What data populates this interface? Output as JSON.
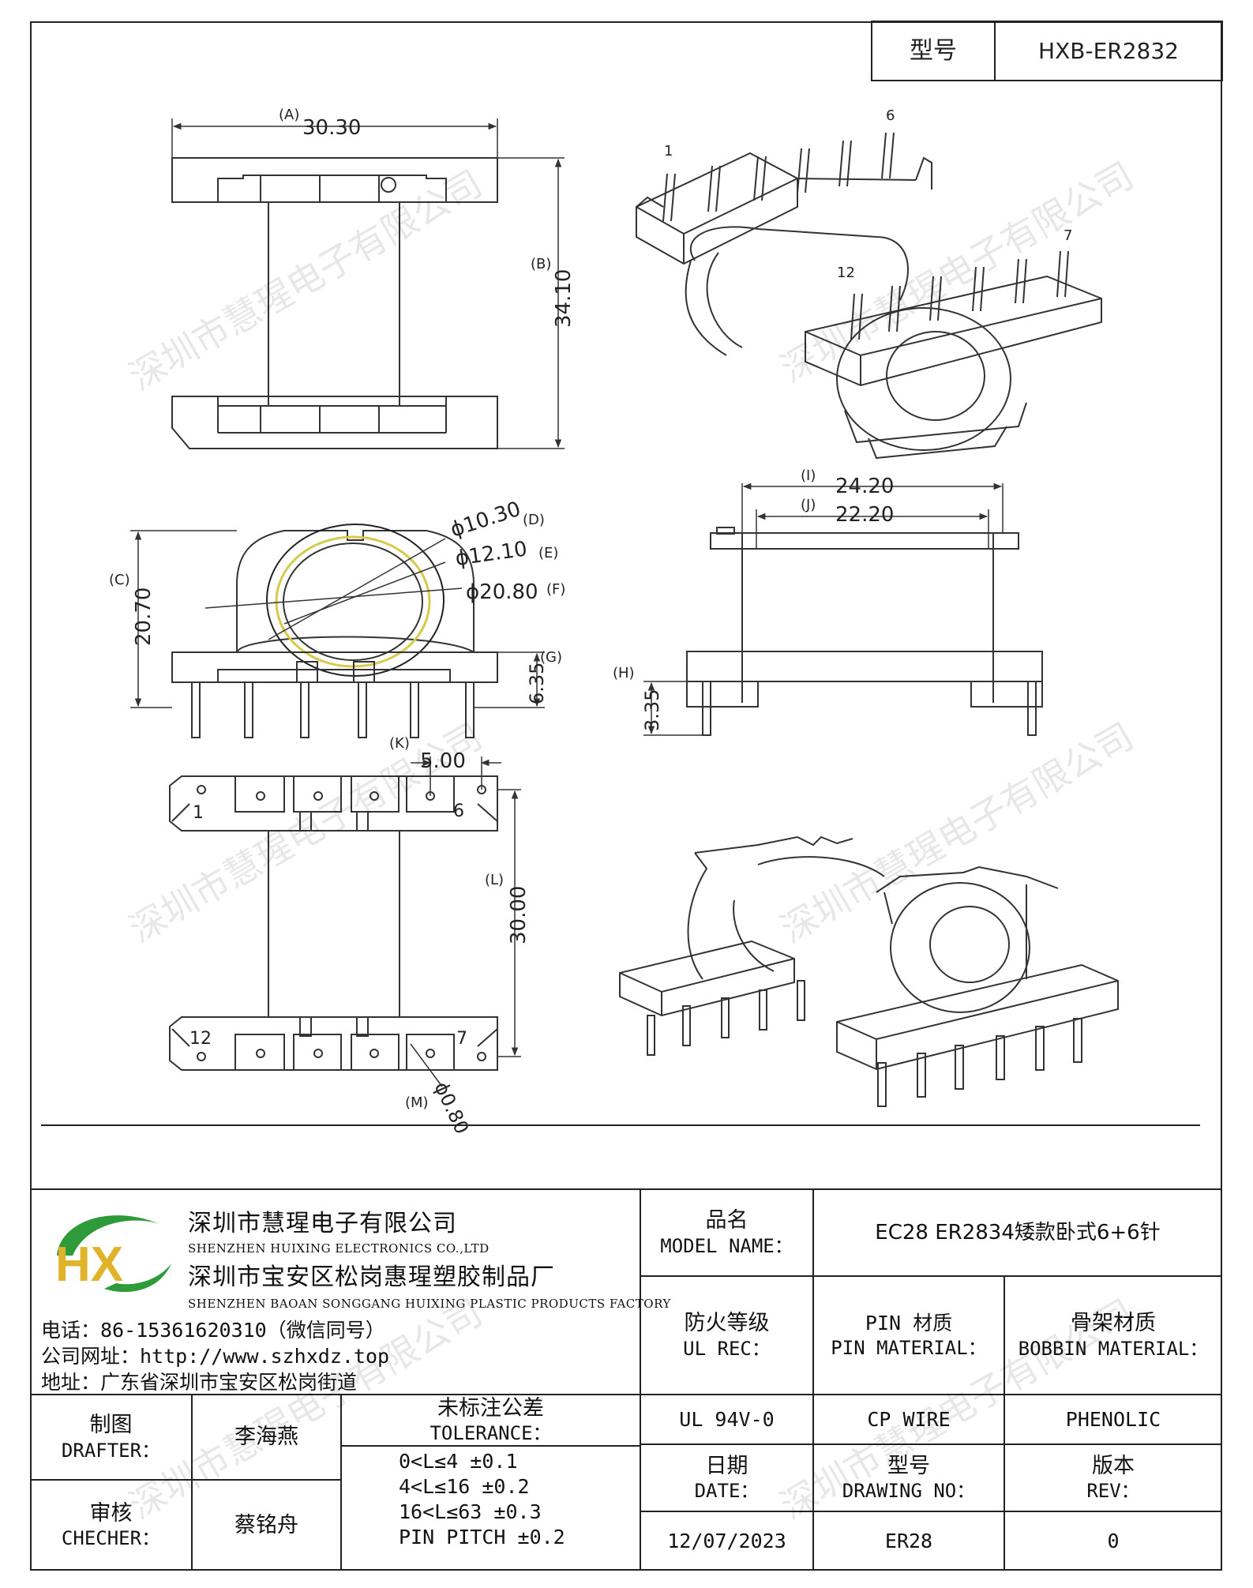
{
  "header": {
    "model_label": "型号",
    "model_value": "HXB-ER2832"
  },
  "dimensions": {
    "A": {
      "tag": "(A)",
      "value": "30.30"
    },
    "B": {
      "tag": "(B)",
      "value": "34.10"
    },
    "C": {
      "tag": "(C)",
      "value": "20.70"
    },
    "D": {
      "tag": "(D)",
      "value": "ϕ10.30"
    },
    "E": {
      "tag": "(E)",
      "value": "ϕ12.10"
    },
    "F": {
      "tag": "(F)",
      "value": "ϕ20.80"
    },
    "G": {
      "tag": "(G)",
      "value": "6.35"
    },
    "H": {
      "tag": "(H)",
      "value": "3.35"
    },
    "I": {
      "tag": "(I)",
      "value": "24.20"
    },
    "J": {
      "tag": "(J)",
      "value": "22.20"
    },
    "K": {
      "tag": "(K)",
      "value": "5.00"
    },
    "L": {
      "tag": "(L)",
      "value": "30.00"
    },
    "M": {
      "tag": "(M)",
      "value": "ϕ0.80"
    }
  },
  "pin_labels": {
    "iso_top": [
      "1",
      "6",
      "7",
      "12"
    ],
    "bottom_view": [
      "1",
      "6",
      "12",
      "7"
    ]
  },
  "watermark_text": "深圳市慧瑆电子有限公司",
  "company": {
    "logo_letters": "HX",
    "name_cn": "深圳市慧瑆电子有限公司",
    "name_en": "SHENZHEN HUIXING ELECTRONICS CO.,LTD",
    "factory_cn": "深圳市宝安区松岗惠瑆塑胶制品厂",
    "factory_en": "SHENZHEN BAOAN SONGGANG HUIXING PLASTIC PRODUCTS FACTORY",
    "phone": "电话：86-15361620310（微信同号）",
    "website": "公司网址：http://www.szhxdz.top",
    "address": "地址：广东省深圳市宝安区松岗街道"
  },
  "title_block": {
    "model_name_cn": "品名",
    "model_name_en": "MODEL NAME：",
    "model_name_value": "EC28 ER2834矮款卧式6+6针",
    "ul_cn": "防火等级",
    "ul_en": "UL REC：",
    "ul_value": "UL 94V-0",
    "pin_cn": "PIN 材质",
    "pin_en": "PIN MATERIAL：",
    "pin_value": "CP WIRE",
    "bobbin_cn": "骨架材质",
    "bobbin_en": "BOBBIN MATERIAL：",
    "bobbin_value": "PHENOLIC",
    "drafter_cn": "制图",
    "drafter_en": "DRAFTER：",
    "drafter_value": "李海燕",
    "checker_cn": "审核",
    "checker_en": "CHECHER：",
    "checker_value": "蔡铭舟",
    "tolerance_cn": "未标注公差",
    "tolerance_en": "TOLERANCE：",
    "tolerance_lines": [
      "0<L≤4  ±0.1",
      "4<L≤16 ±0.2",
      "16<L≤63 ±0.3",
      "PIN PITCH ±0.2"
    ],
    "date_cn": "日期",
    "date_en": "DATE：",
    "date_value": "12/07/2023",
    "drawing_no_cn": "型号",
    "drawing_no_en": "DRAWING NO：",
    "drawing_no_value": "ER28",
    "rev_cn": "版本",
    "rev_en": "REV：",
    "rev_value": "0"
  }
}
